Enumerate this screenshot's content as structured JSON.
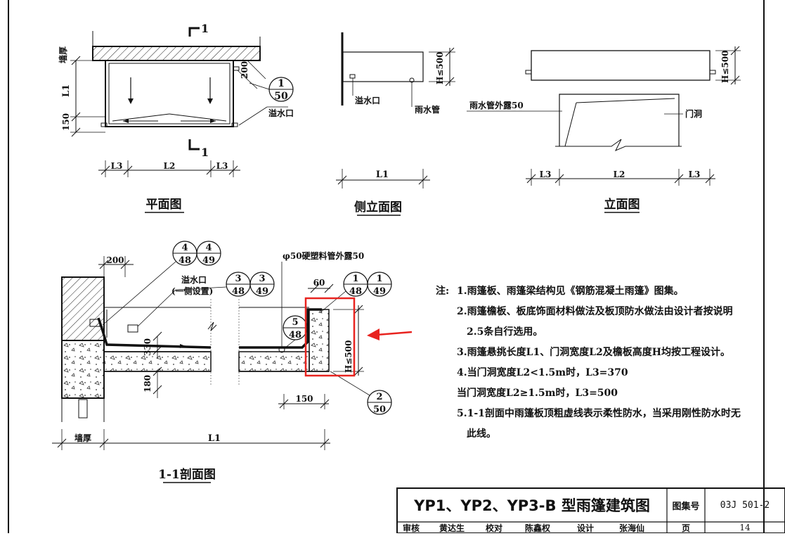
{
  "plan": {
    "section_mark_top": "1",
    "section_mark_bottom": "1",
    "wall_label": "墙厚",
    "l1": "L1",
    "dim_150": "150",
    "dim_200": "200",
    "detail_num": "1",
    "detail_sheet": "50",
    "overflow": "溢水口",
    "l3_left": "L3",
    "l2": "L2",
    "l3_right": "L3",
    "caption": "平面图"
  },
  "side": {
    "h500": "H≤500",
    "overflow": "溢水口",
    "downpipe": "雨水管",
    "l1": "L1",
    "caption": "侧立面图"
  },
  "elevation": {
    "h500": "H≤500",
    "pipe_out": "雨水管外露50",
    "door": "门洞",
    "l3_left": "L3",
    "l2": "L2",
    "l3_right": "L3",
    "caption": "立面图"
  },
  "section": {
    "dim_200": "200",
    "ref_a": {
      "num": "4",
      "sheet1": "48",
      "sheet2": "49"
    },
    "ref_b": {
      "num": "3",
      "sheet1": "48",
      "sheet2": "49"
    },
    "ref_c": {
      "num": "1",
      "sheet1": "48",
      "sheet2": "49"
    },
    "ref_d": {
      "num": "5",
      "sheet": "48"
    },
    "ref_e": {
      "num": "2",
      "sheet": "50"
    },
    "overflow_line1": "溢水口",
    "overflow_line2": "(一侧设置)",
    "pipe_note": "φ50硬塑料管外露50",
    "dim_60": "60",
    "dim_330": "330",
    "dim_180": "180",
    "dim_150": "150",
    "h500": "H≤500",
    "wall_label": "墙厚",
    "l1": "L1",
    "caption": "1-1剖面图"
  },
  "annotation": {
    "highlight_color": "#e8231f"
  },
  "notes": {
    "prefix": "注:",
    "items": [
      "1.雨篷板、雨篷梁结构见《钢筋混凝土雨篷》图集。",
      "2.雨篷檐板、板底饰面材料做法及板顶防水做法由设计者按说明",
      "2.5条自行选用。",
      "3.雨篷悬挑长度L1、门洞宽度L2及檐板高度H均按工程设计。",
      "4.当门洞宽度L2<1.5m时，L3=370",
      "当门洞宽度L2≥1.5m时，L3=500",
      "5.1-1剖面中雨篷板顶粗虚线表示柔性防水，当采用刚性防水时无",
      "此线。"
    ]
  },
  "title_block": {
    "title": "YP1、YP2、YP3-B 型雨篷建筑图",
    "atlas_label": "图集号",
    "atlas_no": "03J 501-2",
    "page_label": "页",
    "page_no": "14",
    "row2": [
      "审核",
      "黄达生",
      "校对",
      "陈鑫权",
      "设计",
      "张海仙"
    ]
  }
}
